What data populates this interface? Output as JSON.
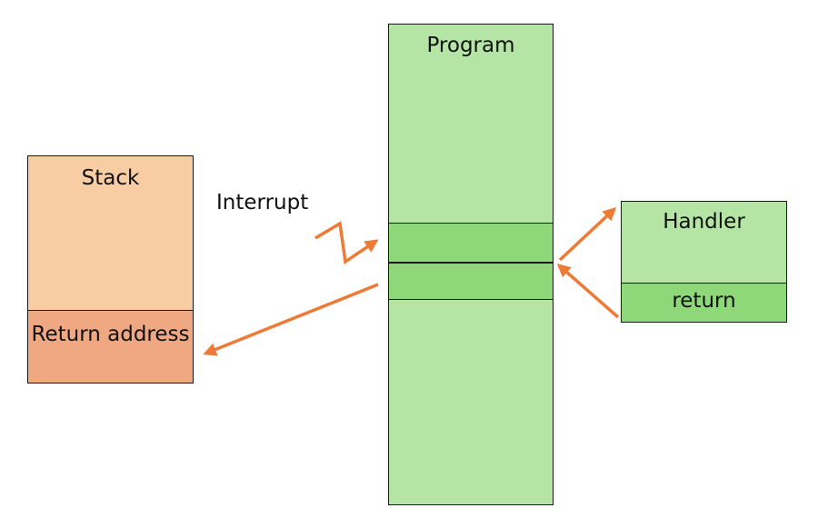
{
  "colors": {
    "stack_fill": "#f9cda4",
    "return_address_fill": "#f0a882",
    "program_fill": "#b4e5a4",
    "program_highlight_fill": "#8ed87a",
    "handler_fill": "#b4e5a4",
    "handler_return_fill": "#8ed87a",
    "arrow": "#ee7a35",
    "border": "#1a1a1a"
  },
  "stack": {
    "title": "Stack",
    "return_address": "Return address"
  },
  "program": {
    "title": "Program"
  },
  "handler": {
    "title": "Handler",
    "return_label": "return"
  },
  "interrupt": {
    "label": "Interrupt"
  },
  "icons": {
    "interrupt_signal": "zigzag-lightning-arrow"
  }
}
